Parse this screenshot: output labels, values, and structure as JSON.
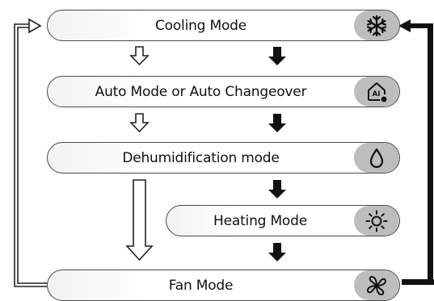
{
  "modes": {
    "cooling": {
      "label": "Cooling Mode",
      "icon": "snowflake-icon"
    },
    "auto": {
      "label": "Auto Mode or Auto Changeover",
      "icon": "auto-ai-icon",
      "icon_text": "AI"
    },
    "dehumid": {
      "label": "Dehumidification mode",
      "icon": "droplet-icon"
    },
    "heating": {
      "label": "Heating Mode",
      "icon": "sun-icon"
    },
    "fan": {
      "label": "Fan Mode",
      "icon": "fan-icon"
    }
  },
  "colors": {
    "pill_border": "#4a4a4a",
    "icon_bg": "#bdbdbd",
    "arrow": "#111111"
  }
}
